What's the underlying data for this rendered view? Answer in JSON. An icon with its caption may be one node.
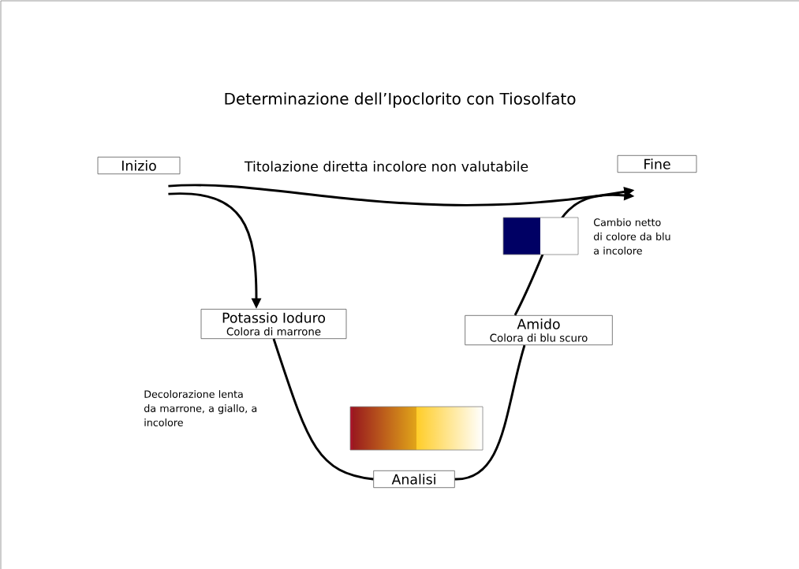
{
  "diagram": {
    "title": "Determinazione dell’Ipoclorito con Tiosolfato",
    "nodes": [
      {
        "text": [
          "Inizio"
        ]
      },
      {
        "text": [
          "Fine"
        ]
      },
      {
        "text": [
          "Potassio Ioduro",
          "Colora di marrone"
        ]
      },
      {
        "text": [
          "Amido",
          "Colora di blu scuro"
        ]
      },
      {
        "text": [
          "Analisi"
        ]
      }
    ],
    "edges": [
      {
        "from": 0,
        "to": 1,
        "arrow": "to",
        "label": "Titolazione diretta incolore non valutabile"
      },
      {
        "from": 0,
        "to": 2,
        "arrow": "to"
      },
      {
        "from": 2,
        "to": 4,
        "arrow": "none"
      },
      {
        "from": 4,
        "to": 3,
        "arrow": "none"
      },
      {
        "from": 3,
        "to": 1,
        "arrow": "to"
      }
    ],
    "labels": [
      "Cambio netto di colore da blu a incolore",
      "Decolorazione lenta da marrone, a giallo, a incolore"
    ]
  }
}
